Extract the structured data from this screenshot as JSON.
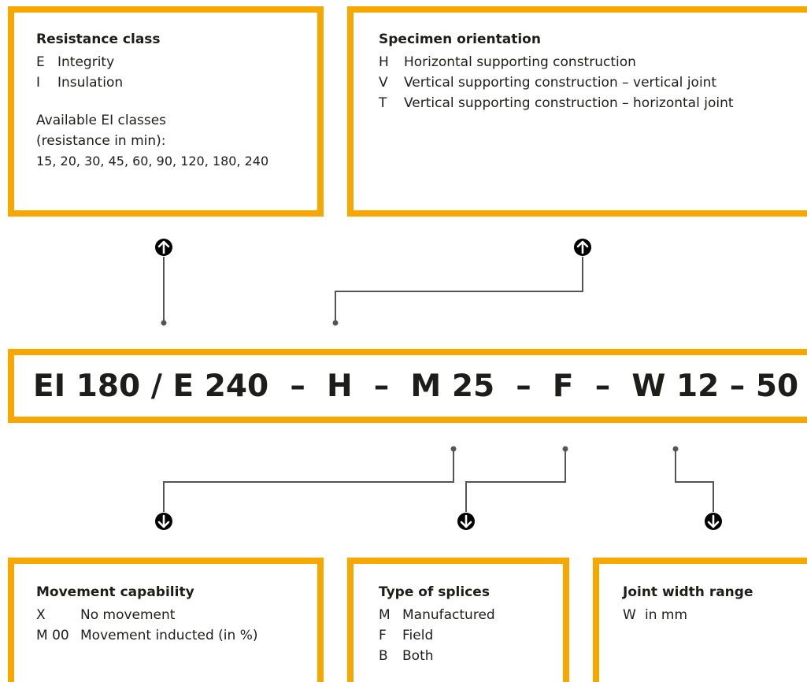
{
  "resistance": {
    "title": "Resistance class",
    "items": [
      {
        "code": "E",
        "label": "Integrity"
      },
      {
        "code": "I",
        "label": "Insulation"
      }
    ],
    "note_lines": [
      "Available EI classes",
      "(resistance in min):",
      "15, 20, 30, 45, 60, 90, 120, 180, 240"
    ]
  },
  "orientation": {
    "title": "Specimen orientation",
    "items": [
      {
        "code": "H",
        "label": "Horizontal supporting construction"
      },
      {
        "code": "V",
        "label": "Vertical supporting construction – vertical joint"
      },
      {
        "code": "T",
        "label": "Vertical supporting construction – horizontal joint"
      }
    ]
  },
  "designation": "EI 180 / E 240  –  H  –  M 25  –  F  –  W 12 – 50",
  "movement": {
    "title": "Movement capability",
    "items": [
      {
        "code": "X",
        "label": "No movement"
      },
      {
        "code": "M 00",
        "label": "Movement inducted (in %)"
      }
    ]
  },
  "splices": {
    "title": "Type of splices",
    "items": [
      {
        "code": "M",
        "label": "Manufactured"
      },
      {
        "code": "F",
        "label": "Field"
      },
      {
        "code": "B",
        "label": "Both"
      }
    ]
  },
  "joint": {
    "title": "Joint width range",
    "items": [
      {
        "code": "W",
        "label": "in mm"
      }
    ]
  },
  "colors": {
    "accent": "#f7a800",
    "text": "#1d1d1b",
    "connector": "#555555"
  }
}
